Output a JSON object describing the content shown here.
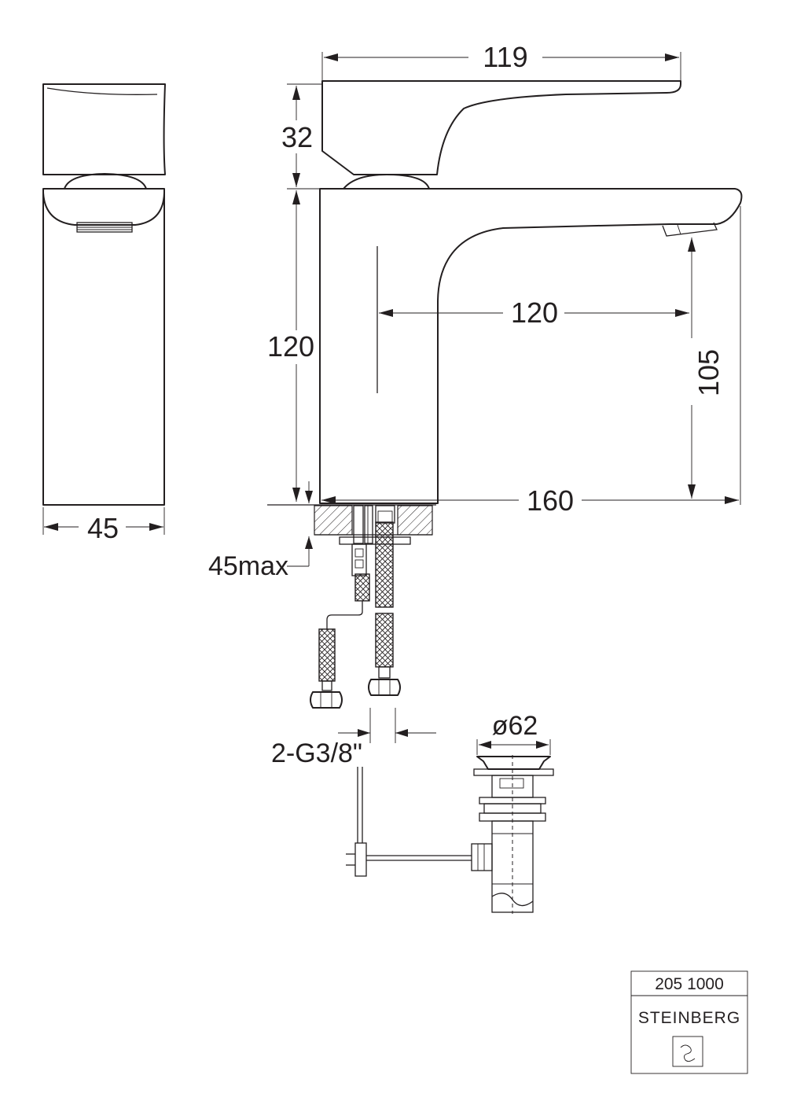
{
  "dimensions": {
    "lever_length": "119",
    "lever_height": "32",
    "body_height": "120",
    "spout_reach": "120",
    "spout_height": "105",
    "overall_length": "160",
    "body_width": "45",
    "max_counter_thickness": "45max",
    "connection_thread": "2-G3/8\"",
    "waste_diameter": "ø62"
  },
  "title_block": {
    "article_number": "205 1000",
    "brand": "STEINBERG"
  },
  "colors": {
    "line": "#231f20",
    "background": "#ffffff"
  }
}
